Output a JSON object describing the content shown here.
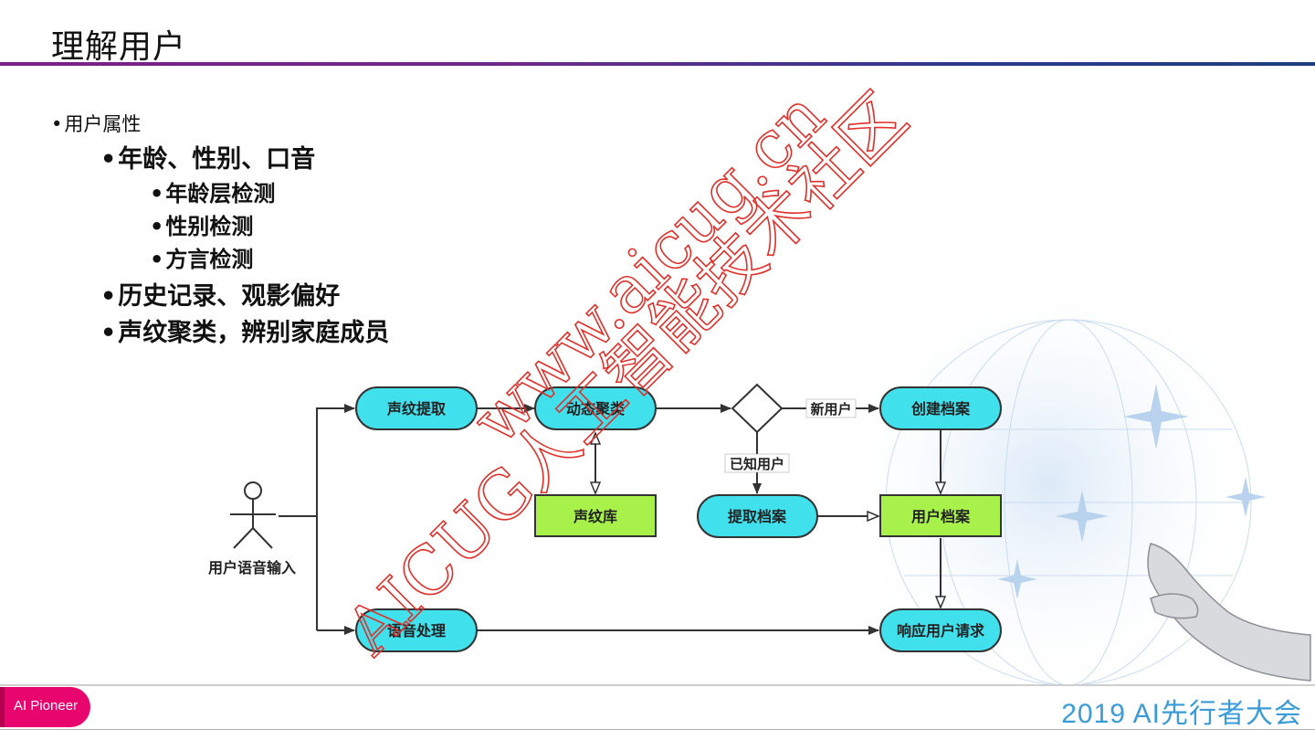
{
  "slide": {
    "title": "理解用户"
  },
  "bullets": {
    "level1": "用户属性",
    "items": [
      {
        "text": "年龄、性别、口音",
        "level": 2
      },
      {
        "text": "年龄层检测",
        "level": 3
      },
      {
        "text": "性别检测",
        "level": 3
      },
      {
        "text": "方言检测",
        "level": 3
      },
      {
        "text": "历史记录、观影偏好",
        "level": 2
      },
      {
        "text": "声纹聚类，辨别家庭成员",
        "level": 2
      }
    ]
  },
  "diagram": {
    "actor": "用户语音输入",
    "nodes": {
      "voiceprint_extract": "声纹提取",
      "dynamic_cluster": "动态聚类",
      "voiceprint_db": "声纹库",
      "fetch_profile": "提取档案",
      "create_profile": "创建档案",
      "user_profile": "用户档案",
      "speech_process": "语音处理",
      "respond": "响应用户请求"
    },
    "edge_labels": {
      "new_user": "新用户",
      "known_user": "已知用户"
    },
    "colors": {
      "process": "#40e0ec",
      "store": "#a8f04a",
      "stroke": "#333333"
    }
  },
  "watermark": {
    "line1": "www.aicug.cn",
    "line2": "AICUG人工智能技术社区",
    "color": "#e0302a"
  },
  "footer": {
    "badge": "AI Pioneer",
    "brand": "2019 AI先行者大会",
    "badge_color": "#e8066e",
    "brand_color": "#3a9bd6"
  }
}
